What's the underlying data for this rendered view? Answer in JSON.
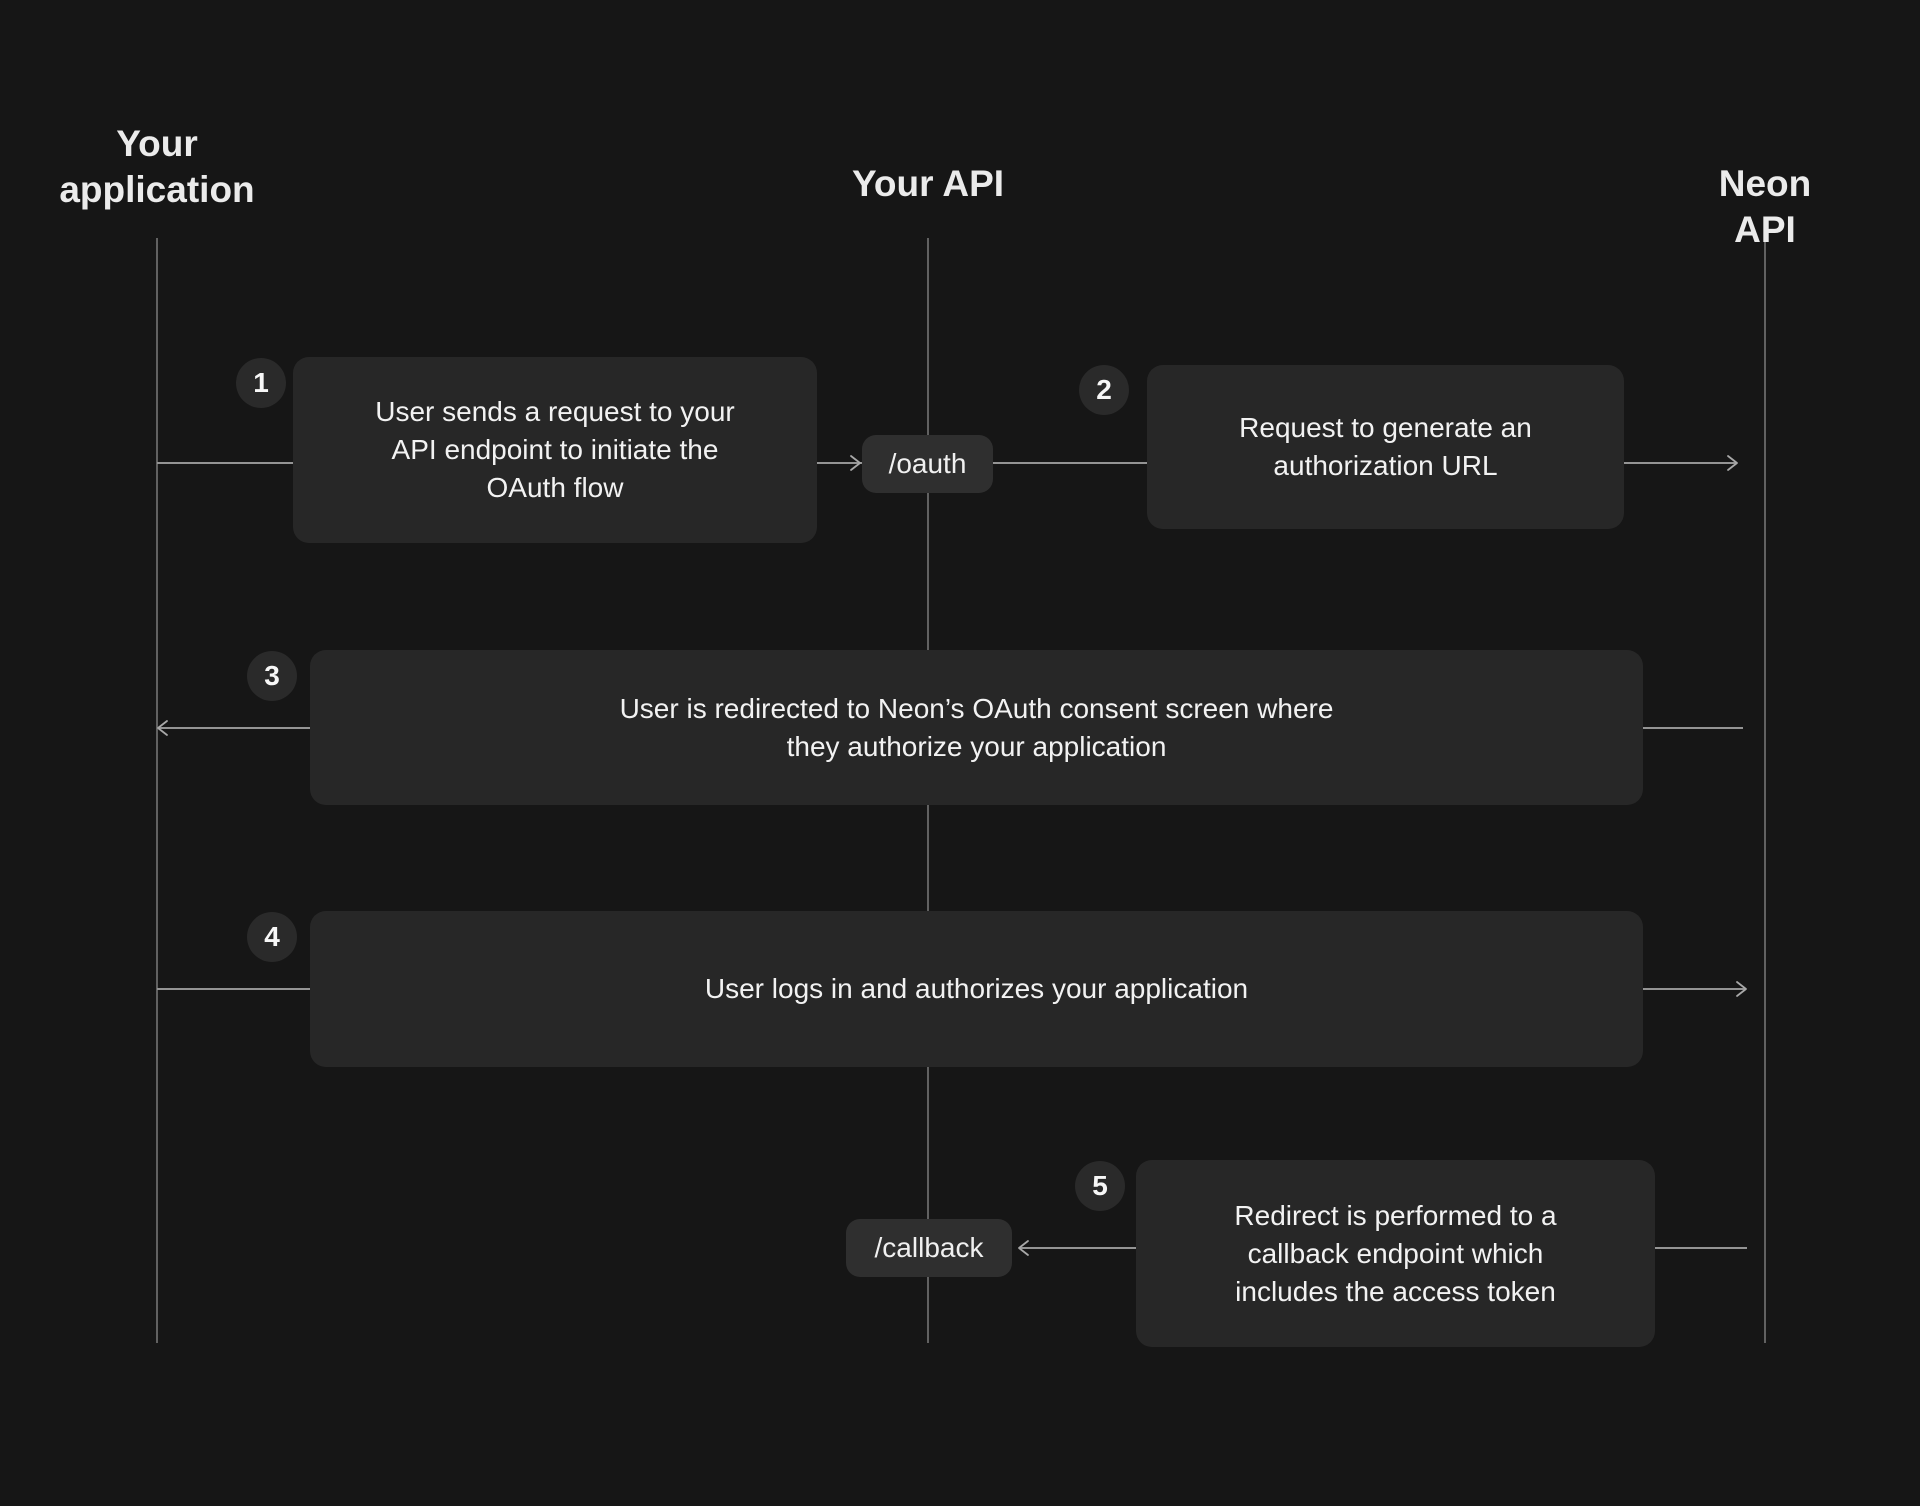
{
  "colors": {
    "background": "#161616",
    "message_box": "#272727",
    "endpoint_pill": "#2f2f2f",
    "number_badge": "#2a2a2a",
    "arrow_line": "#949494",
    "lifeline": "#616161",
    "body_text": "#f2f2f2",
    "heading_text": "#ebebeb"
  },
  "actors": [
    {
      "label": "Your\napplication"
    },
    {
      "label": "Your API"
    },
    {
      "label": "Neon API"
    }
  ],
  "endpoints": [
    {
      "label": "/oauth"
    },
    {
      "label": "/callback"
    }
  ],
  "steps": [
    {
      "number": "1",
      "text": "User sends a request to your\nAPI endpoint to initiate the\nOAuth flow"
    },
    {
      "number": "2",
      "text": "Request to generate an\nauthorization URL"
    },
    {
      "number": "3",
      "text": "User is redirected to Neon’s OAuth consent screen where\nthey authorize your application"
    },
    {
      "number": "4",
      "text": "User logs in and authorizes your application"
    },
    {
      "number": "5",
      "text": "Redirect is performed to a\ncallback endpoint which\nincludes the access token"
    }
  ]
}
